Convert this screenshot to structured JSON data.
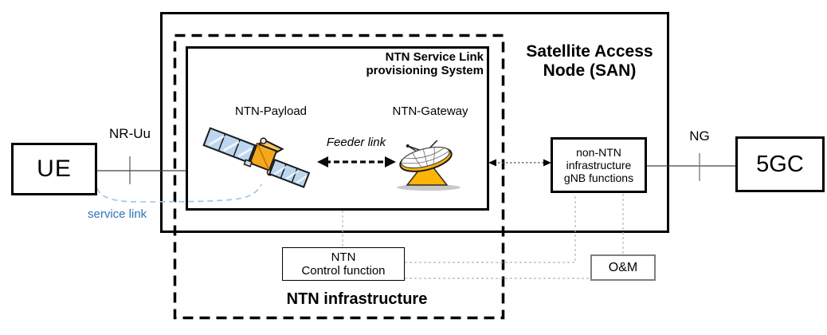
{
  "endpoints": {
    "ue": {
      "label": "UE"
    },
    "core": {
      "label": "5GC"
    }
  },
  "san": {
    "title": {
      "line1": "Satellite Access",
      "line2": "Node (SAN)"
    },
    "non_ntn_box": {
      "line1": "non-NTN",
      "line2": "infrastructure",
      "line3": "gNB functions"
    }
  },
  "ntn_infrastructure": {
    "label": "NTN infrastructure",
    "control_function_box": {
      "line1": "NTN",
      "line2": "Control function"
    }
  },
  "provisioning_system": {
    "title": {
      "line1": "NTN Service Link",
      "line2": "provisioning System"
    },
    "ntn_payload_label": "NTN-Payload",
    "ntn_gateway_label": "NTN-Gateway",
    "feeder_link_label": "Feeder link"
  },
  "oam_box": {
    "label": "O&M"
  },
  "interfaces": {
    "nr_uu_label": "NR-Uu",
    "ng_label": "NG",
    "service_link_label": "service link"
  },
  "icons": {
    "ntn_payload": "satellite-icon",
    "ntn_gateway": "satellite-dish-icon"
  },
  "colors": {
    "box_border": "#000000",
    "service_link_text": "#2E75B6",
    "service_link_dash": "#9DC3E6",
    "dotted_connector_grey": "#B3B3B3",
    "oam_border_grey": "#7F7F7F",
    "satellite_panel_blue": "#BCD6EF",
    "satellite_body_orange": "#F6A81C",
    "dish_orange": "#FFB508"
  }
}
